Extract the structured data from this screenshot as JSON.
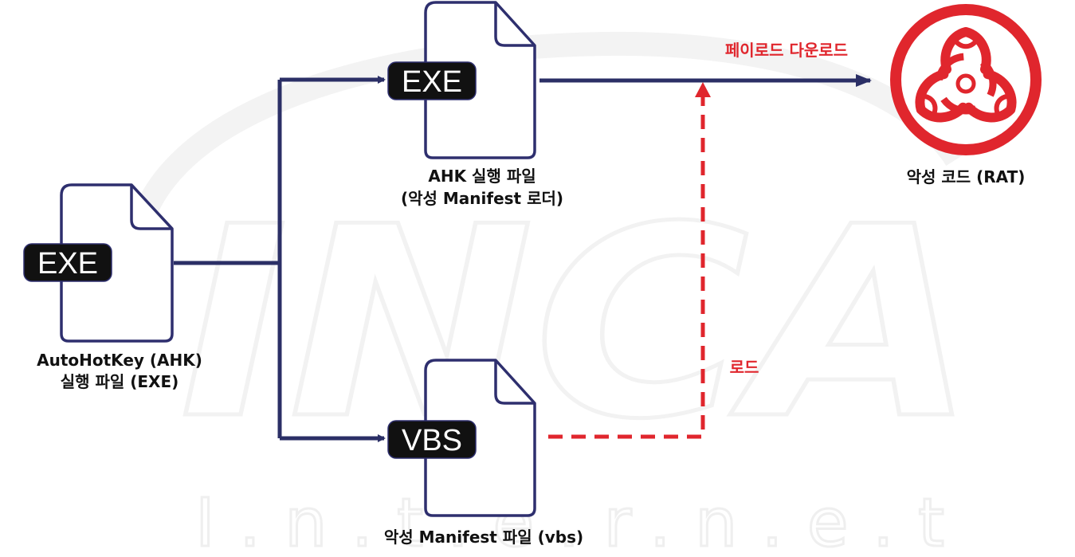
{
  "watermark": {
    "logo": "INCA",
    "subtitle": "I.n.t.e.r.n.e.t"
  },
  "nodes": {
    "source": {
      "badge": "EXE",
      "label_line1": "AutoHotKey (AHK)",
      "label_line2": "실행 파일 (EXE)"
    },
    "ahk_loader": {
      "badge": "EXE",
      "label_line1": "AHK 실행 파일",
      "label_line2": "(악성 Manifest 로더)"
    },
    "manifest": {
      "badge": "VBS",
      "label_line1": "악성 Manifest 파일 (vbs)"
    },
    "rat": {
      "label": "악성 코드 (RAT)",
      "icon": "biohazard-icon"
    }
  },
  "edges": {
    "payload_download": "페이로드 다운로드",
    "load": "로드"
  },
  "colors": {
    "flow_line": "#2b2f66",
    "file_outline": "#2e2f6e",
    "badge_fill": "#111111",
    "alert_red": "#e0262d",
    "watermark": "#f2f2f2"
  }
}
